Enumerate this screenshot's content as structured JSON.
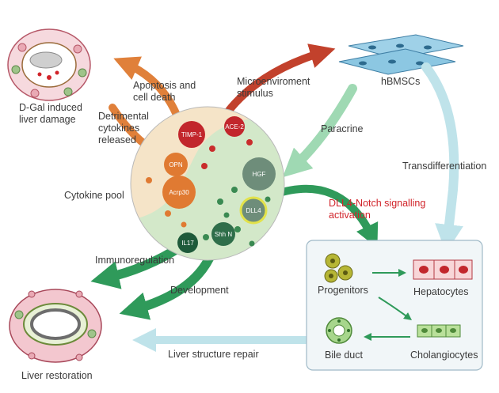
{
  "labels": {
    "dgal": [
      "D-Gal induced",
      "liver damage"
    ],
    "apoptosis": [
      "Apoptosis and",
      "cell death"
    ],
    "detrimental": [
      "Detrimental",
      "cytokines",
      "released"
    ],
    "microenv": [
      "Microenviroment",
      "stimulus"
    ],
    "hbmscs": "hBMSCs",
    "paracrine": "Paracrine",
    "transdiff": "Transdifferentiation",
    "cytokine_pool": "Cytokine pool",
    "dll4_notch": [
      "DLL4-Notch signalling",
      "activation"
    ],
    "immunoregulation": "Immunoregulation",
    "development": "Development",
    "liver_structure_repair": "Liver structure repair",
    "liver_restoration": "Liver restoration",
    "progenitors": "Progenitors",
    "hepatocytes": "Hepatocytes",
    "bile_duct": "Bile duct",
    "cholangiocytes": "Cholangiocytes"
  },
  "cytokines": {
    "timp1": "TIMP-1",
    "ace2": "ACE-2",
    "opn": "OPN",
    "acrp30": "Acrp30",
    "hgf": "HGF",
    "dll4": "DLL4",
    "il17": "IL17",
    "shhn": "Shh N"
  },
  "colors": {
    "orange_arrow": "#e0803a",
    "red_arrow": "#c2412c",
    "green_arrow": "#2f9a5a",
    "light_blue_arrow": "#bfe3ea",
    "red_text": "#d1242a"
  }
}
